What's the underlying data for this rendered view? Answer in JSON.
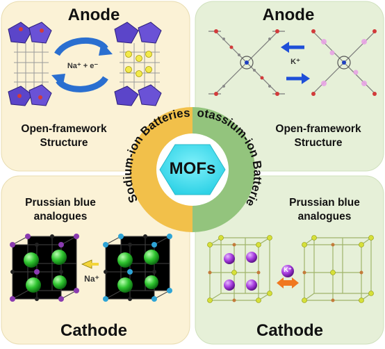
{
  "quadrants": {
    "top_left": {
      "title": "Anode",
      "caption": [
        "Open-framework",
        "Structure"
      ],
      "reaction": "Na⁺ + e⁻"
    },
    "top_right": {
      "title": "Anode",
      "caption": [
        "Open-framework",
        "Structure"
      ],
      "ion_label": "K⁺"
    },
    "bottom_left": {
      "title": "Cathode",
      "caption": [
        "Prussian blue",
        "analogues"
      ],
      "ion_label": "Na⁺"
    },
    "bottom_right": {
      "title": "Cathode",
      "caption": [
        "Prussian blue",
        "analogues"
      ],
      "ion_label": "K⁺"
    }
  },
  "center": {
    "label": "MOFs",
    "left_arc_label": "Sodium-ion Batteries",
    "right_arc_label": "Potassium-ion Batteries"
  },
  "colors": {
    "sodium_panel": "#fbf2d6",
    "potassium_panel": "#e6f0d8",
    "sodium_arc": "#f2c04a",
    "potassium_arc": "#93c47d",
    "hexagon": "#40dff0",
    "arrow_blue": "#1f4fd8",
    "arrow_orange": "#f07820"
  }
}
